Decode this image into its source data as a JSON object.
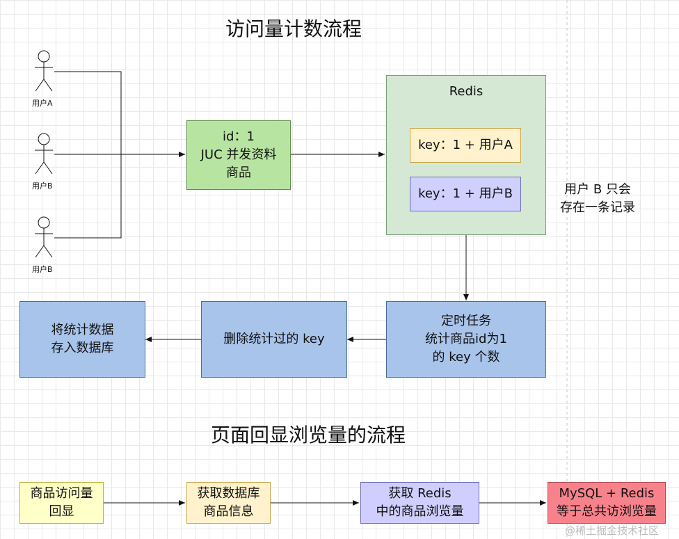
{
  "titles": {
    "count_flow": "访问量计数流程",
    "display_flow": "页面回显浏览量的流程"
  },
  "actors": [
    "用户A",
    "用户B",
    "用户B"
  ],
  "product_box": "id：1\nJUC 并发资料\n商品",
  "redis": {
    "label": "Redis",
    "key_a": "key：1 + 用户A",
    "key_b": "key：1 + 用户B"
  },
  "note": "用户 B 只会\n存在一条记录",
  "task_box": "定时任务\n统计商品id为1\n的 key 个数",
  "delete_box": "删除统计过的 key",
  "store_box": "将统计数据\n存入数据库",
  "display_steps": [
    "商品访问量\n回显",
    "获取数据库\n商品信息",
    "获取 Redis\n中的商品浏览量",
    "MySQL + Redis\n等于总共访浏览量"
  ],
  "watermark": "@稀土掘金技术社区",
  "colors": {
    "green": "#b8e4a1",
    "redis_bg": "#d5e8d4",
    "yellow": "#fff2cc",
    "purple": "#d0d0ff",
    "blue": "#a9c4eb",
    "light_yellow": "#ffffc8",
    "red": "#f8828c"
  }
}
